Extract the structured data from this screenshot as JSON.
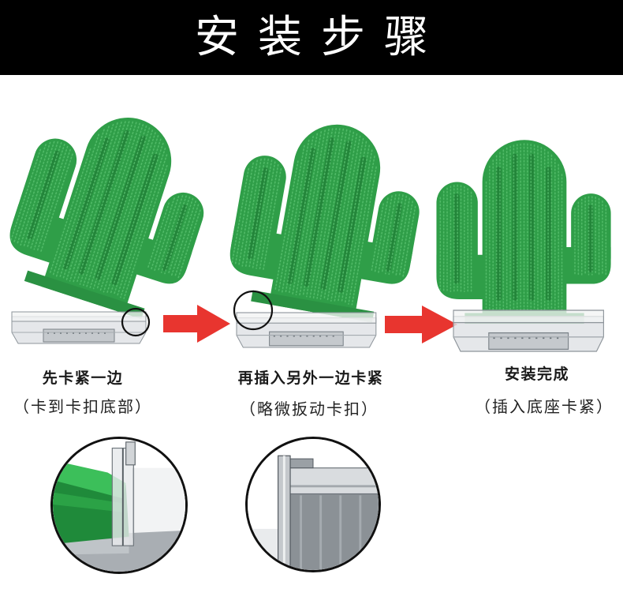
{
  "header": {
    "title": "安装步骤"
  },
  "steps": [
    {
      "title": "先卡紧一边",
      "note": "（卡到卡扣底部）"
    },
    {
      "title": "再插入另外一边卡紧",
      "note": "（略微扳动卡扣）"
    },
    {
      "title": "安装完成",
      "note": "（插入底座卡紧）"
    }
  ],
  "colors": {
    "header_bg": "#000000",
    "header_text": "#ffffff",
    "cactus_green": "#2f9e48",
    "arrow_red": "#e8352f",
    "acrylic_grey": "#dfe2e5"
  },
  "icons": {
    "arrow": "right-arrow-icon",
    "highlight": "circle-highlight-icon"
  }
}
